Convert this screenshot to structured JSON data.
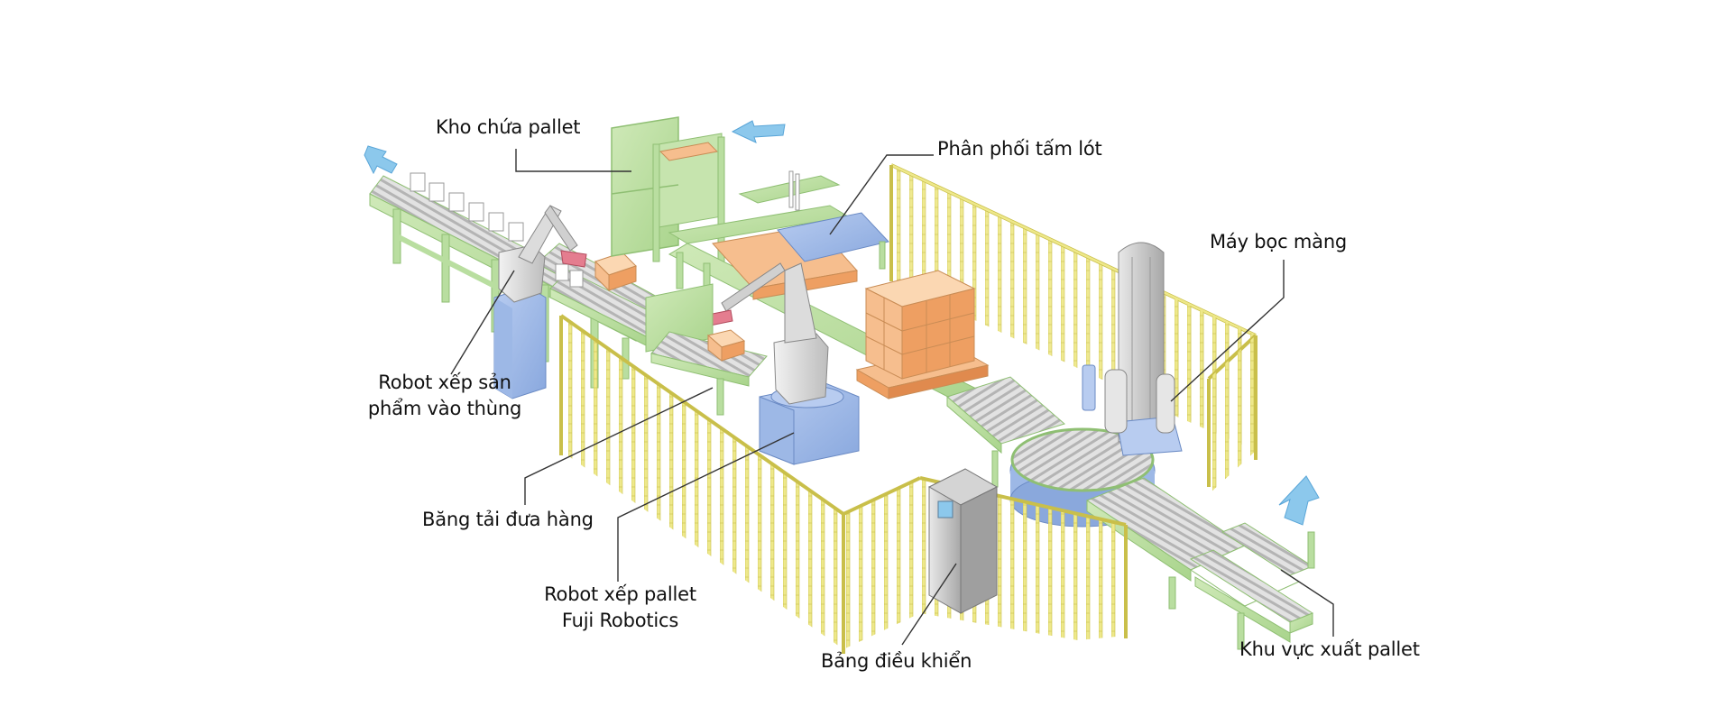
{
  "diagram": {
    "title": "Palletizing line layout",
    "colors": {
      "frame_green": "#b9dea0",
      "frame_green_dark": "#8fbf73",
      "fence_yellow": "#eee88a",
      "fence_yellow_dark": "#c9bf4a",
      "robot_base_blue": "#9db8e6",
      "robot_gray": "#d9d9d9",
      "box_orange": "#f6be8e",
      "arrow_blue": "#8cc8ec",
      "roller_gray": "#cfcfcf",
      "leader_line": "#333333"
    },
    "labels": {
      "pallet_storage": "Kho chứa pallet",
      "slip_sheet_dispenser": "Phân phối tấm lót",
      "stretch_wrapper": "Máy bọc màng",
      "case_packing_robot_line1": "Robot xếp sản",
      "case_packing_robot_line2": "phẩm vào thùng",
      "infeed_conveyor": "Băng tải đưa hàng",
      "palletizing_robot_line1": "Robot xếp pallet",
      "palletizing_robot_line2": "Fuji Robotics",
      "control_panel": "Bảng điều khiển",
      "pallet_outfeed_area": "Khu vực xuất pallet"
    },
    "flow_arrows": [
      {
        "name": "product-infeed-arrow",
        "direction": "in"
      },
      {
        "name": "pallet-supply-arrow",
        "direction": "in"
      },
      {
        "name": "pallet-output-arrow",
        "direction": "out"
      }
    ]
  }
}
